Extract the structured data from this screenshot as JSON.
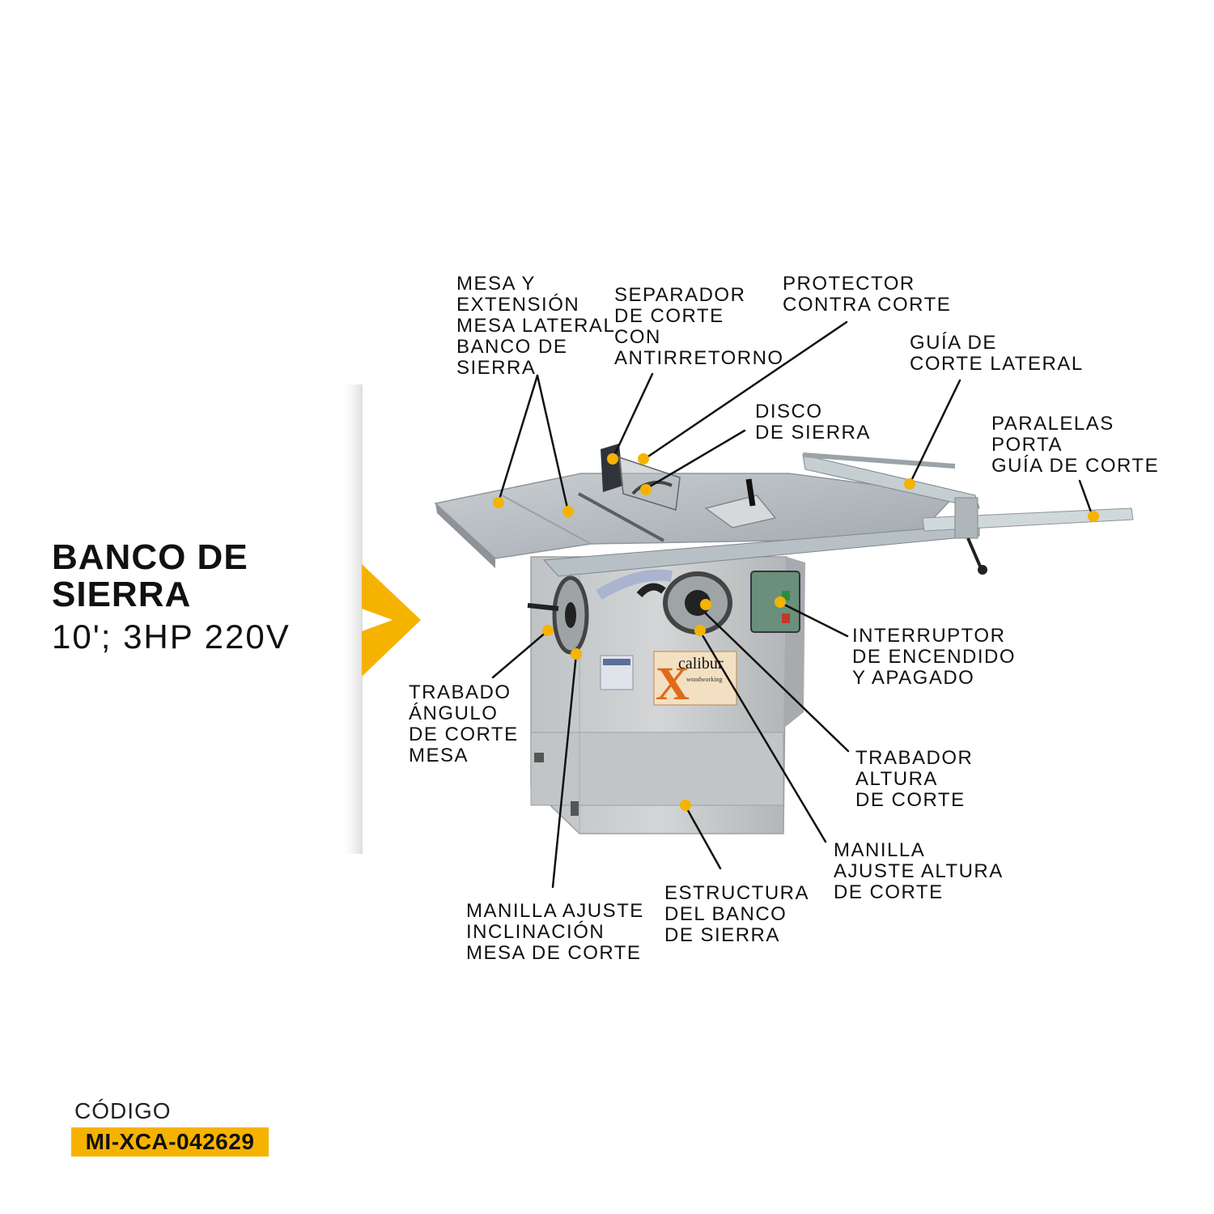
{
  "product": {
    "title_line1": "BANCO DE",
    "title_line2": "SIERRA",
    "subtitle": "10'; 3HP 220V"
  },
  "code": {
    "label": "CÓDIGO",
    "value": "MI-XCA-042629"
  },
  "logo": {
    "brand": "calibur",
    "tagline": "woodworking"
  },
  "labels": [
    {
      "id": "mesa-extension",
      "lines": [
        "MESA Y",
        "EXTENSIÓN",
        "MESA LATERAL",
        "BANCO DE",
        "SIERRA"
      ]
    },
    {
      "id": "separador",
      "lines": [
        "SEPARADOR",
        "DE CORTE",
        "CON",
        "ANTIRRETORNO"
      ]
    },
    {
      "id": "protector",
      "lines": [
        "PROTECTOR",
        "CONTRA CORTE"
      ]
    },
    {
      "id": "guia-lateral",
      "lines": [
        "GUÍA DE",
        "CORTE LATERAL"
      ]
    },
    {
      "id": "disco",
      "lines": [
        "DISCO",
        "DE SIERRA"
      ]
    },
    {
      "id": "paralelas",
      "lines": [
        "PARALELAS",
        "PORTA",
        "GUÍA DE CORTE"
      ]
    },
    {
      "id": "interruptor",
      "lines": [
        "INTERRUPTOR",
        "DE ENCENDIDO",
        "Y APAGADO"
      ]
    },
    {
      "id": "trabado-angulo",
      "lines": [
        "TRABADO",
        "ÁNGULO",
        "DE CORTE",
        "MESA"
      ]
    },
    {
      "id": "trabador-altura",
      "lines": [
        "TRABADOR",
        "ALTURA",
        "DE CORTE"
      ]
    },
    {
      "id": "manilla-altura",
      "lines": [
        "MANILLA",
        "AJUSTE ALTURA",
        "DE CORTE"
      ]
    },
    {
      "id": "estructura",
      "lines": [
        "ESTRUCTURA",
        "DEL BANCO",
        "DE SIERRA"
      ]
    },
    {
      "id": "manilla-inclinacion",
      "lines": [
        "MANILLA AJUSTE",
        "INCLINACIÓN",
        "MESA DE CORTE"
      ]
    }
  ],
  "colors": {
    "accent": "#f5b300",
    "machine_gray": "#c9ccce",
    "table_top": "#b8bdc1"
  }
}
